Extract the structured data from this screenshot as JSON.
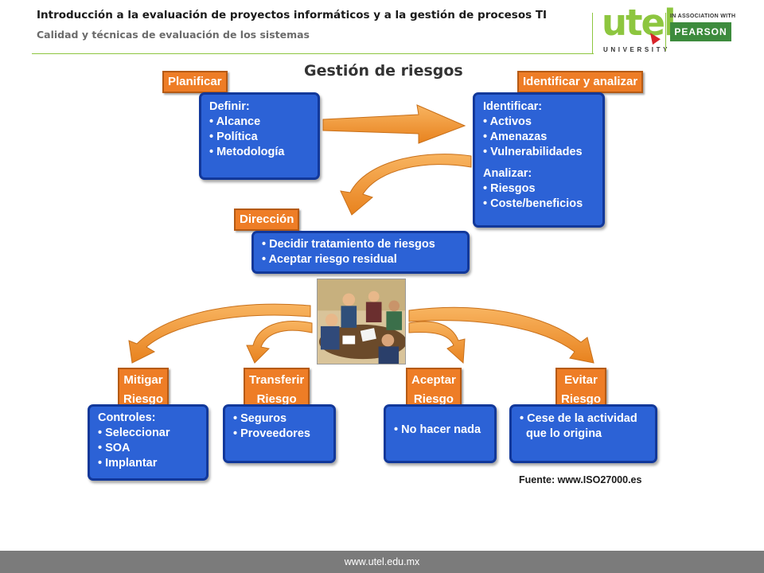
{
  "header": {
    "title": "Introducción  a la evaluación de proyectos informáticos y a la gestión de procesos TI",
    "subtitle": "Calidad y técnicas de evaluación de los sistemas"
  },
  "logo": {
    "brand": "utel",
    "university": "UNIVERSITY",
    "association": "IN ASSOCIATION WITH",
    "partner": "PEARSON",
    "colors": {
      "brand": "#8dc63f",
      "partner": "#3d8b3d",
      "cursor": "#d8232a"
    }
  },
  "diagram": {
    "title": "Gestión de riesgos",
    "planificar": {
      "label": "Planificar",
      "lines": [
        "Definir:",
        "• Alcance",
        "• Política",
        "• Metodología"
      ]
    },
    "identificar": {
      "label": "Identificar y analizar",
      "lines": [
        "Identificar:",
        "• Activos",
        "• Amenazas",
        "• Vulnerabilidades"
      ],
      "lines2": [
        "Analizar:",
        "• Riesgos",
        "• Coste/beneficios"
      ]
    },
    "direccion": {
      "label": "Dirección",
      "lines": [
        "• Decidir tratamiento de riesgos",
        "• Aceptar riesgo residual"
      ]
    },
    "mitigar": {
      "label": [
        "Mitigar",
        "Riesgo"
      ],
      "lines": [
        "Controles:",
        "• Seleccionar",
        "• SOA",
        "• Implantar"
      ]
    },
    "transferir": {
      "label": [
        "Transferir",
        "Riesgo"
      ],
      "lines": [
        "• Seguros",
        "• Proveedores"
      ]
    },
    "aceptar": {
      "label": [
        "Aceptar",
        "Riesgo"
      ],
      "lines": [
        "• No hacer nada"
      ]
    },
    "evitar": {
      "label": [
        "Evitar",
        "Riesgo"
      ],
      "lines": [
        "• Cese de la actividad",
        "  que lo origina"
      ]
    },
    "source": "Fuente: www.ISO27000.es",
    "photo_icon": "business-meeting-clipart",
    "colors": {
      "label": "#ee7d26",
      "box": "#2c62d6",
      "box_border": "#12389a",
      "arrow": "#f29a38"
    }
  },
  "footer": {
    "url": "www.utel.edu.mx"
  }
}
